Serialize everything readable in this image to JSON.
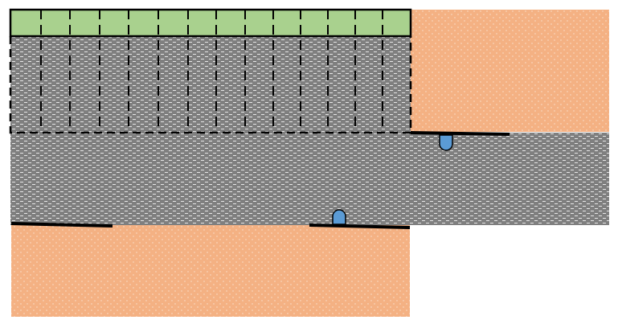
{
  "diagram": {
    "colors": {
      "background": "#ffffff",
      "grass": "#a9d18e",
      "soil": "#f4b183",
      "soil_dot": "#fbe3d2",
      "gray_layer": "#7f7f7f",
      "gray_dash": "#e6e6e6",
      "outline": "#000000",
      "light_fixture": "#5b9bd5"
    },
    "elements": {
      "grass_strip": "grass",
      "upper_right_block": "soil",
      "lower_left_block": "soil",
      "excavation_zone": "gray-hatched",
      "band_layer": "gray-hatched",
      "vertical_dividers_count": 13,
      "light_fixtures": [
        {
          "name": "ceiling-lamp",
          "orientation": "down"
        },
        {
          "name": "floor-lamp",
          "orientation": "up"
        }
      ]
    }
  }
}
